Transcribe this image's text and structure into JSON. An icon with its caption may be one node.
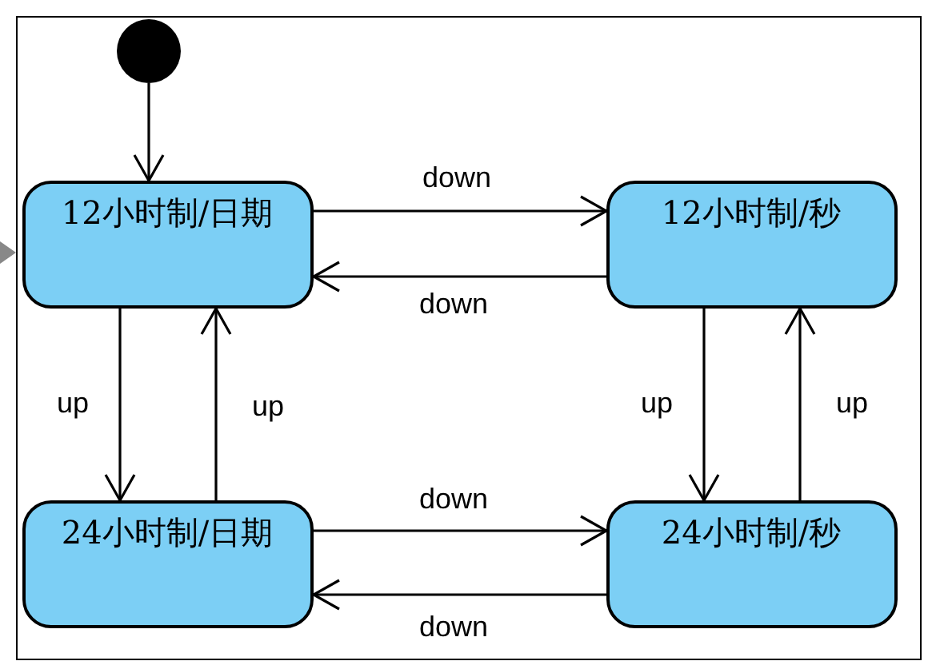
{
  "diagram": {
    "nodes": [
      {
        "text": [],
        "shape": "box"
      },
      {
        "text": [],
        "shape": "circle",
        "in": 0
      },
      {
        "text": [
          "12小时制/日期"
        ],
        "in": 0
      },
      {
        "text": [
          "12小时制/秒"
        ],
        "in": 0
      },
      {
        "text": [
          "24小时制/日期"
        ],
        "in": 0
      },
      {
        "text": [
          "24小时制/秒"
        ],
        "in": 0
      }
    ],
    "edges": [
      {
        "from": 1,
        "to": 2,
        "arrow": "to"
      },
      {
        "from": 2,
        "to": 3,
        "arrow": "to",
        "label": "down"
      },
      {
        "from": 3,
        "to": 2,
        "arrow": "to",
        "label": "down"
      },
      {
        "from": 2,
        "to": 4,
        "arrow": "to",
        "label": "up"
      },
      {
        "from": 4,
        "to": 2,
        "arrow": "to",
        "label": "up"
      },
      {
        "from": 3,
        "to": 5,
        "arrow": "to",
        "label": "up"
      },
      {
        "from": 5,
        "to": 3,
        "arrow": "to",
        "label": "up"
      },
      {
        "from": 4,
        "to": 5,
        "arrow": "to",
        "label": "down"
      },
      {
        "from": 5,
        "to": 4,
        "arrow": "to",
        "label": "down"
      }
    ]
  }
}
